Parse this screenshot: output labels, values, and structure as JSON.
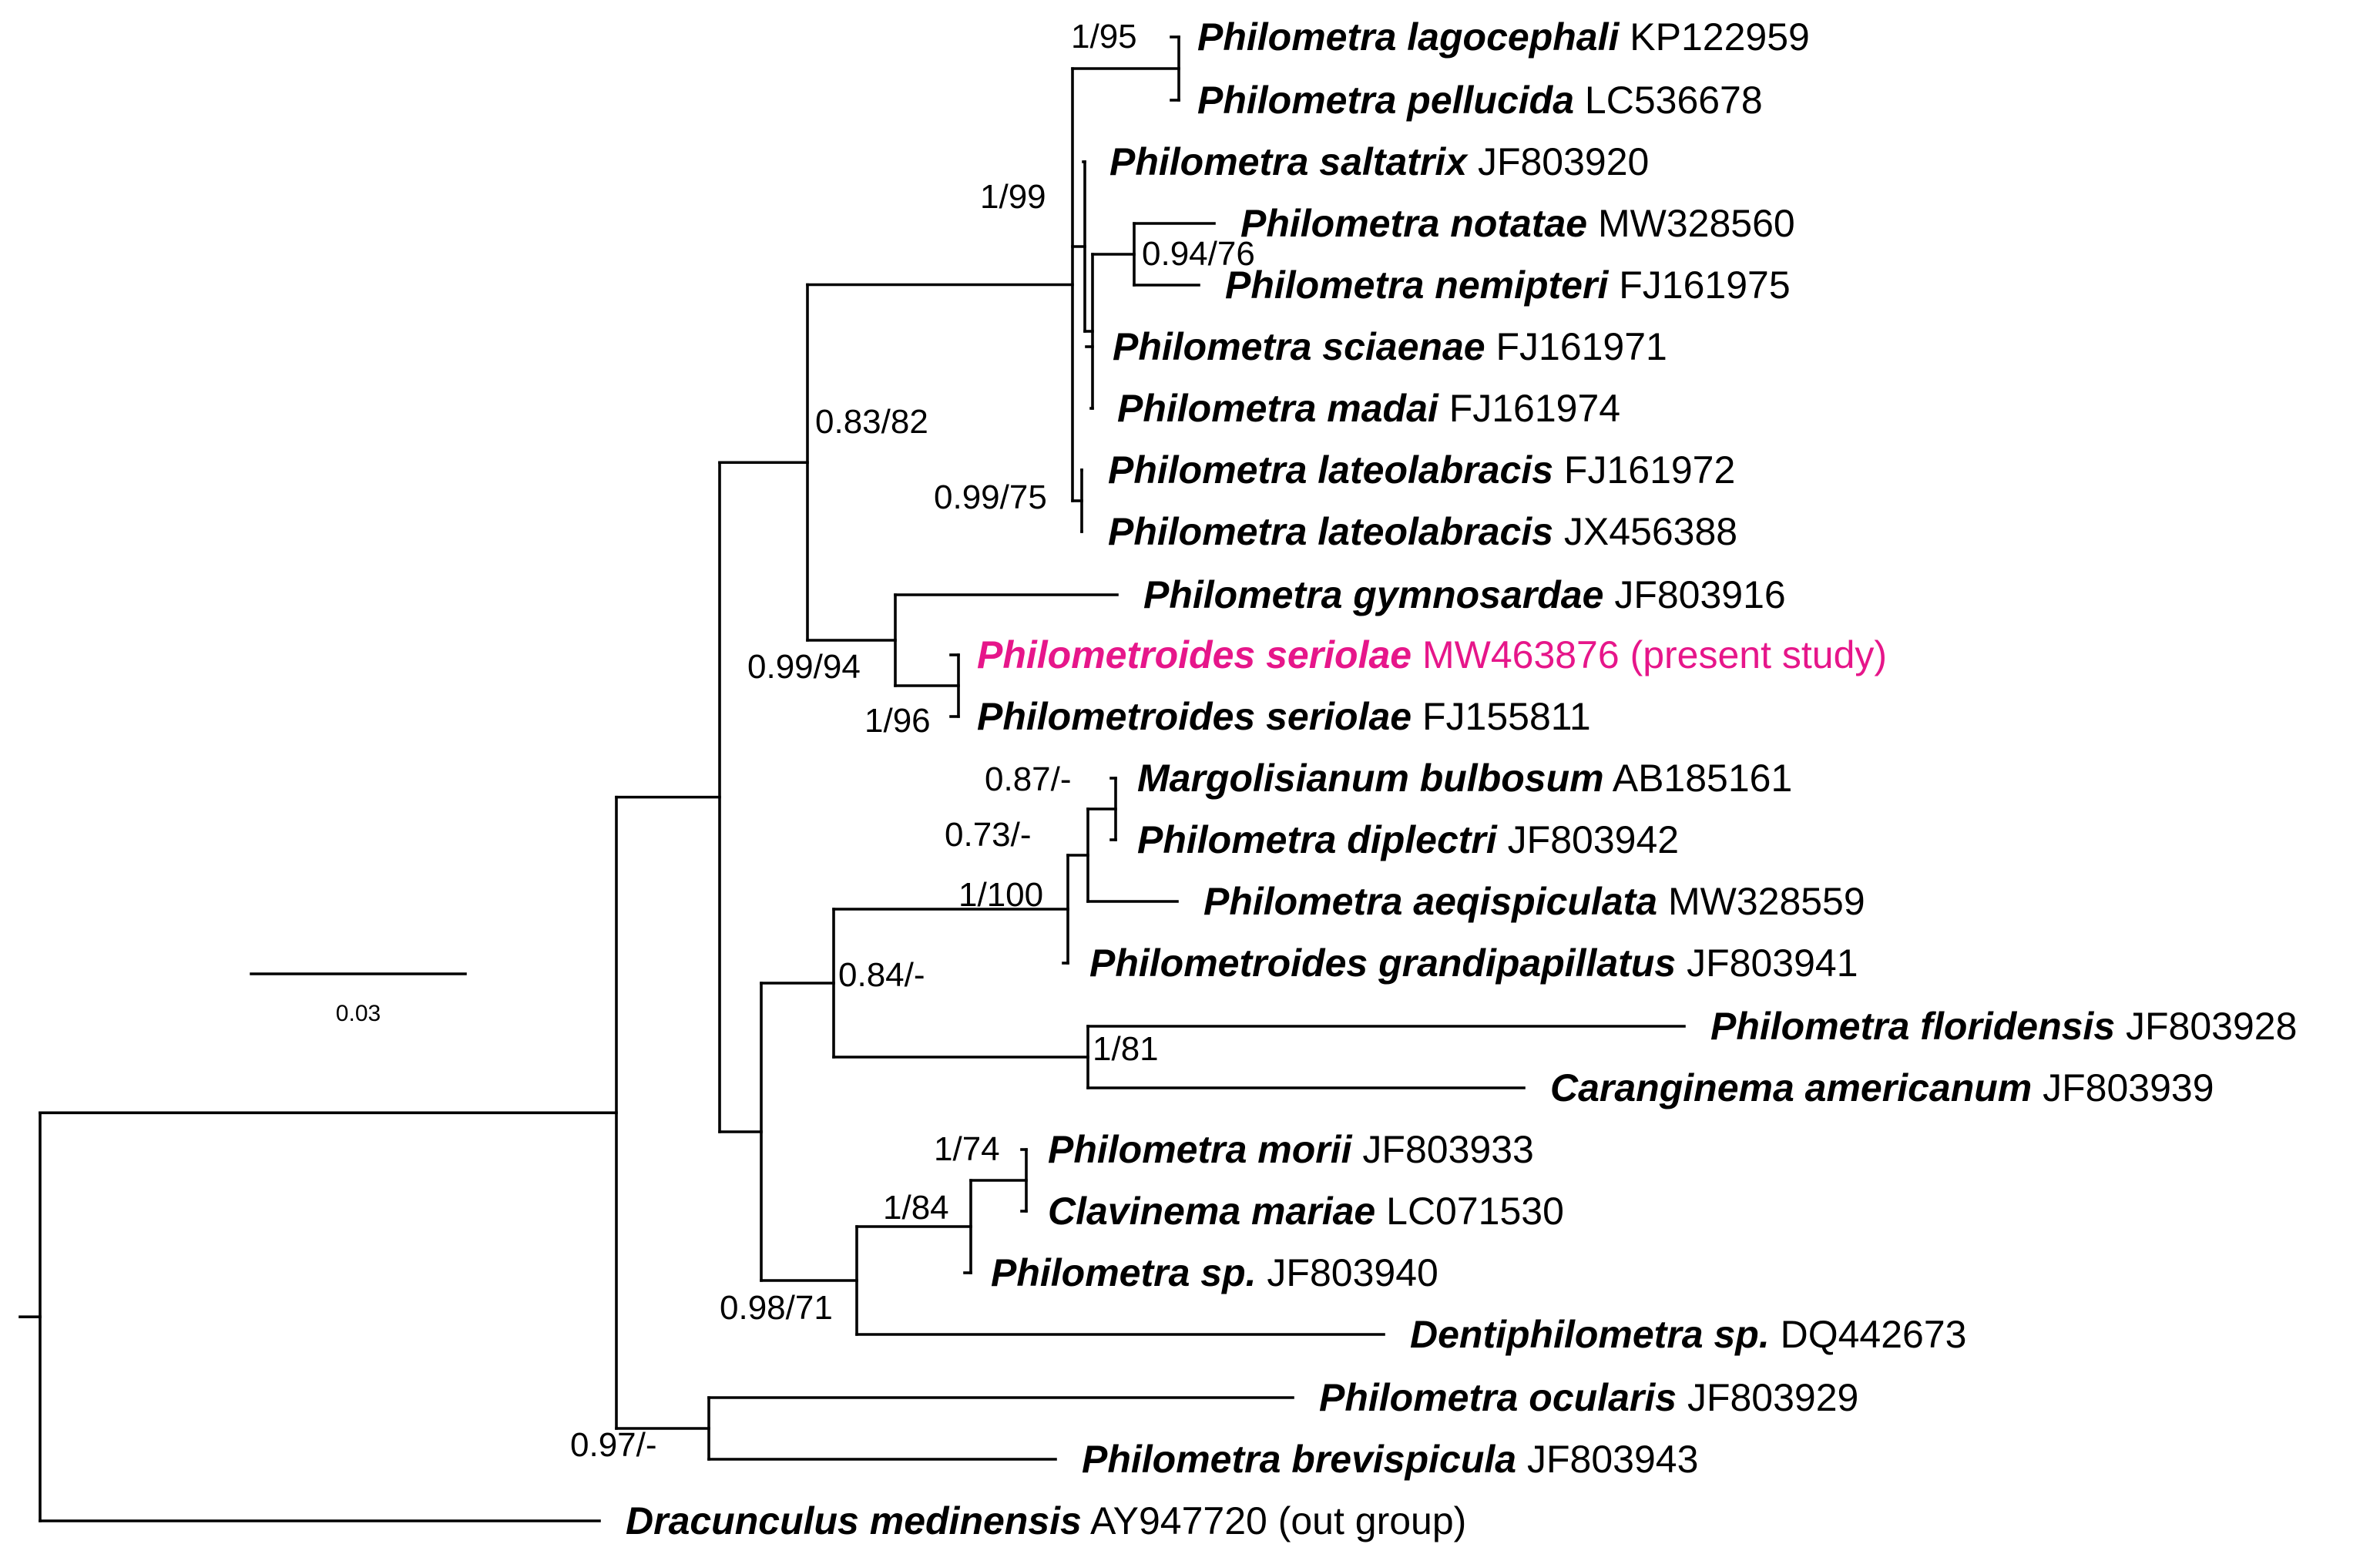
{
  "scale_bar": {
    "label": "0.03"
  },
  "colors": {
    "default": "#000000",
    "highlight": "#e6168a"
  },
  "taxa": [
    {
      "id": "lagocephali",
      "name": "Philometra lagocephali",
      "accession": "KP122959"
    },
    {
      "id": "pellucida",
      "name": "Philometra pellucida",
      "accession": "LC536678"
    },
    {
      "id": "saltatrix",
      "name": "Philometra saltatrix",
      "accession": "JF803920"
    },
    {
      "id": "notatae",
      "name": "Philometra notatae",
      "accession": "MW328560"
    },
    {
      "id": "nemipteri",
      "name": "Philometra nemipteri",
      "accession": "FJ161975"
    },
    {
      "id": "sciaenae",
      "name": "Philometra sciaenae",
      "accession": "FJ161971"
    },
    {
      "id": "madai",
      "name": "Philometra madai",
      "accession": "FJ161974"
    },
    {
      "id": "lateolabracis1",
      "name": "Philometra lateolabracis",
      "accession": "FJ161972"
    },
    {
      "id": "lateolabracis2",
      "name": "Philometra lateolabracis",
      "accession": "JX456388"
    },
    {
      "id": "gymnosardae",
      "name": "Philometra gymnosardae",
      "accession": "JF803916"
    },
    {
      "id": "seriolae_ps",
      "name": "Philometroides seriolae",
      "accession": "MW463876 (present study)",
      "highlight": true
    },
    {
      "id": "seriolae",
      "name": "Philometroides seriolae",
      "accession": "FJ155811"
    },
    {
      "id": "bulbosum",
      "name": "Margolisianum bulbosum",
      "accession": "AB185161"
    },
    {
      "id": "diplectri",
      "name": "Philometra diplectri",
      "accession": "JF803942"
    },
    {
      "id": "aeqispiculata",
      "name": "Philometra aeqispiculata",
      "accession": "MW328559"
    },
    {
      "id": "grandipap",
      "name": "Philometroides grandipapillatus",
      "accession": "JF803941"
    },
    {
      "id": "floridensis",
      "name": "Philometra floridensis",
      "accession": "JF803928"
    },
    {
      "id": "americanum",
      "name": "Caranginema americanum",
      "accession": "JF803939"
    },
    {
      "id": "morii",
      "name": "Philometra morii",
      "accession": "JF803933"
    },
    {
      "id": "mariae",
      "name": "Clavinema mariae",
      "accession": "LC071530"
    },
    {
      "id": "psp",
      "name": "Philometra sp.",
      "accession": "JF803940"
    },
    {
      "id": "dentisp",
      "name": "Dentiphilometra sp.",
      "accession": "DQ442673"
    },
    {
      "id": "ocularis",
      "name": "Philometra ocularis",
      "accession": "JF803929"
    },
    {
      "id": "brevispicula",
      "name": "Philometra brevispicula",
      "accession": "JF803943"
    },
    {
      "id": "medinensis",
      "name": "Dracunculus medinensis",
      "accession": "AY947720 (out group)"
    }
  ],
  "supports": [
    {
      "id": "s1_95",
      "text": "1/95"
    },
    {
      "id": "s1_99",
      "text": "1/99"
    },
    {
      "id": "s094_76",
      "text": "0.94/76"
    },
    {
      "id": "s083_82",
      "text": "0.83/82"
    },
    {
      "id": "s099_75",
      "text": "0.99/75"
    },
    {
      "id": "s099_94",
      "text": "0.99/94"
    },
    {
      "id": "s1_96",
      "text": "1/96"
    },
    {
      "id": "s087",
      "text": "0.87/-"
    },
    {
      "id": "s073",
      "text": "0.73/-"
    },
    {
      "id": "s1_100",
      "text": "1/100"
    },
    {
      "id": "s084",
      "text": "0.84/-"
    },
    {
      "id": "s1_81",
      "text": "1/81"
    },
    {
      "id": "s1_74",
      "text": "1/74"
    },
    {
      "id": "s1_84",
      "text": "1/84"
    },
    {
      "id": "s098_71",
      "text": "0.98/71"
    },
    {
      "id": "s097",
      "text": "0.97/-"
    }
  ]
}
